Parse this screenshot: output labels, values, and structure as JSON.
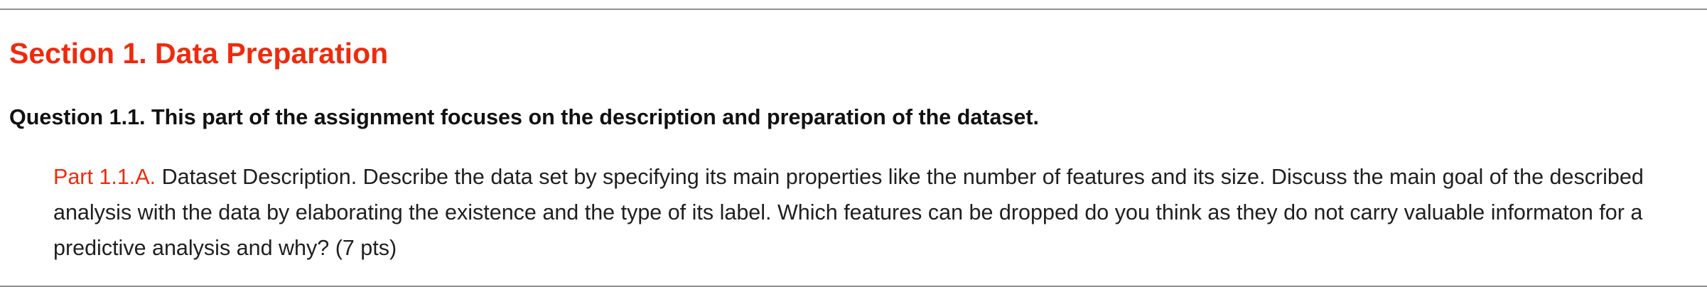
{
  "section": {
    "title": "Section 1. Data Preparation"
  },
  "question": {
    "heading": "Question 1.1. This part of the assignment focuses on the description and preparation of the dataset."
  },
  "part": {
    "label": "Part 1.1.A.",
    "text": " Dataset Description. Describe the data set by specifying its main properties like the number of features and its size. Discuss the main goal of the described analysis with the data by elaborating the existence and the type of its label. Which features can be dropped do you think as they do not carry valuable informaton for a predictive analysis and why? (7 pts)"
  },
  "colors": {
    "accent": "#ee2b0d",
    "text": "#111111",
    "rule": "#8f8f8f"
  }
}
